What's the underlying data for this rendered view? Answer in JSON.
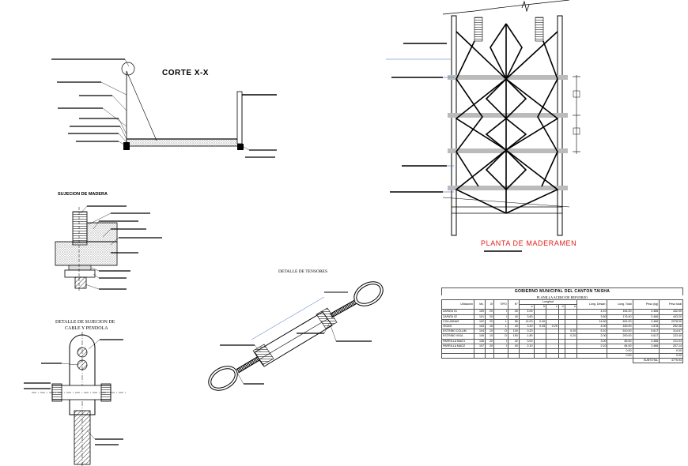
{
  "labels": {
    "corte": "CORTE X-X",
    "sujecion_madera": "SUJECION DE MADERA",
    "detalle_tensores": "DETALLE DE TENSORES",
    "detalle_sujecion_l1": "DETALLE DE SUJECION DE",
    "detalle_sujecion_l2": "CABLE Y PENDOLA",
    "planta_maderamen": "PLANTA DE MADERAMEN"
  },
  "schedule": {
    "title": "GOBIERNO MUNICIPAL DEL CANTON TAISHA",
    "subtitle": "PLANILLA ACERO DE REFUERZO",
    "headers": [
      "Ubicación",
      "Mc.",
      "Ø",
      "TIPO",
      "N°",
      "Longitud",
      "Long. Desarr.",
      "Long. Total",
      "Peso (kg)",
      "Peso total"
    ],
    "sub_headers": [
      "a",
      "b",
      "c",
      "d",
      "e"
    ],
    "rows": [
      [
        "ZAPATA 01",
        "100",
        "20",
        "I",
        "40",
        "4.00",
        "",
        "",
        "",
        "",
        "4.10",
        "164.00",
        "2.466",
        "442.00"
      ],
      [
        "ZAPATA 02",
        "101",
        "20",
        "I",
        "40",
        "3.60",
        "",
        "",
        "",
        "",
        "3.60",
        "176.40",
        "2.466",
        "443.20"
      ],
      [
        "COLUMNAS",
        "102",
        "20",
        "L",
        "56",
        "14.00",
        "0.40",
        "",
        "",
        "",
        "14.60",
        "824.00",
        "2.466",
        "2278.00"
      ],
      [
        "VIGAS",
        "103",
        "16",
        "L",
        "40",
        "3.20",
        "0.25",
        "0.25",
        "",
        "",
        "4.00",
        "160.00",
        "1.578",
        "252.48"
      ],
      [
        "ESTRIBO COLUM",
        "104",
        "10",
        "O",
        "100",
        "0.20",
        "",
        "",
        "",
        "0.20",
        "5.10",
        "510.00",
        "0.617",
        "314.67"
      ],
      [
        "ESTRIBO VIGA",
        "105",
        "10",
        "O",
        "150",
        "1.80",
        "",
        "",
        "",
        "0.20",
        "2.00",
        "200.00",
        "0.617",
        "123.40"
      ],
      [
        "PARRILLA MAG1",
        "106",
        "20",
        "I",
        "32",
        "3.00",
        "",
        "",
        "",
        "",
        "3.00",
        "85.50",
        "2.466",
        "211.04"
      ],
      [
        "PARRILLA MAG2",
        "107",
        "20",
        "I",
        "40",
        "2.10",
        "",
        "",
        "",
        "",
        "2.10",
        "84.00",
        "2.466",
        "207.14"
      ],
      [
        "",
        "",
        "",
        "",
        "",
        "",
        "",
        "",
        "",
        "",
        "",
        "0.00",
        "",
        "0.00"
      ],
      [
        "",
        "",
        "",
        "",
        "",
        "",
        "",
        "",
        "",
        "",
        "",
        "0.00",
        "",
        "0.00"
      ]
    ],
    "subtotal_label": "SUBTOTAL",
    "subtotal_value": "4775.93"
  }
}
